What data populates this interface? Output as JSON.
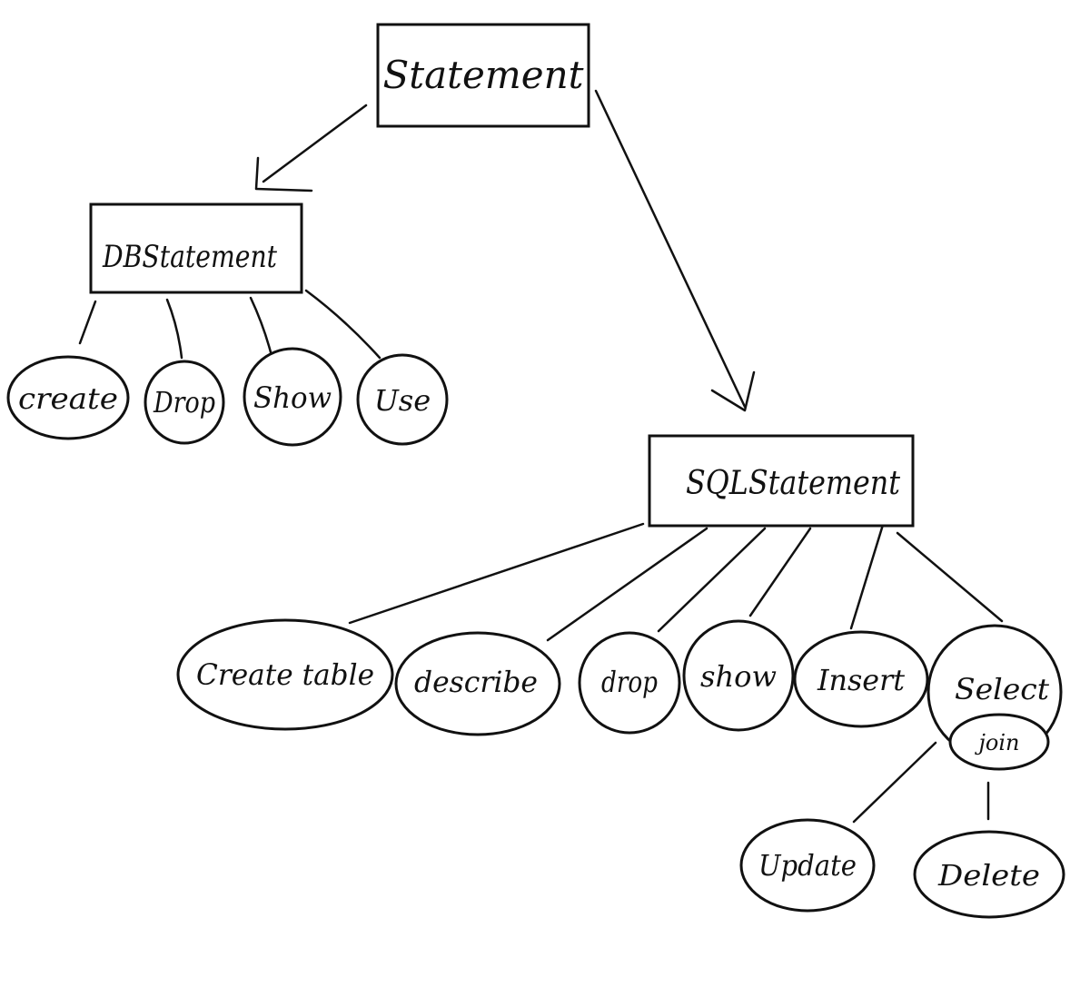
{
  "diagram": {
    "nodes": {
      "statement": "Statement",
      "db_statement": "DBStatement",
      "sql_statement": "SQLStatement",
      "db_create": "create",
      "db_drop": "Drop",
      "db_show": "Show",
      "db_use": "Use",
      "sql_create_table": "Create table",
      "sql_describe": "describe",
      "sql_drop": "drop",
      "sql_show": "show",
      "sql_insert": "Insert",
      "sql_select": "Select",
      "sql_join": "join",
      "sql_update": "Update",
      "sql_delete": "Delete"
    },
    "colors": {
      "ink": "#111111",
      "paper": "#ffffff"
    }
  }
}
